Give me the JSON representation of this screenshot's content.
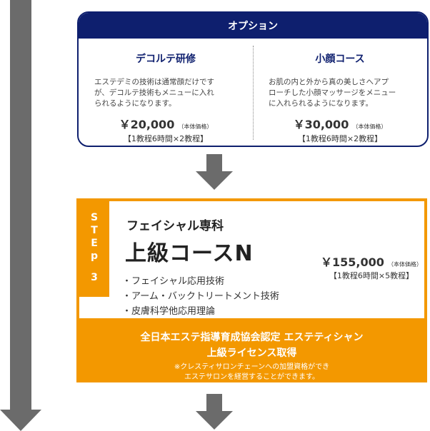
{
  "options": {
    "header": "オプション",
    "items": [
      {
        "title": "デコルテ研修",
        "desc": [
          "エステデミの技術は通常顔だけです",
          "が、デコルテ技術もメニューに入れ",
          "られるようになります。"
        ],
        "price": "￥20,000",
        "tax": "（本体価格）",
        "terms": "【1教程6時間×2教程】"
      },
      {
        "title": "小顔コース",
        "desc": [
          "お肌の内と外から真の美しさへアプ",
          "ローチした小顔マッサージをメニュー",
          "に入れられるようになります。"
        ],
        "price": "￥30,000",
        "tax": "（本体価格）",
        "terms": "【1教程6時間×2教程】"
      }
    ]
  },
  "step": {
    "tab_letters": [
      "S",
      "T",
      "E",
      "p"
    ],
    "tab_number": "3",
    "subtitle": "フェイシャル専科",
    "title": "上級コースN",
    "price": "￥155,000",
    "tax": "（本体価格）",
    "terms": "【1教程6時間×5教程】",
    "topics": [
      "フェイシャル応用技術",
      "アーム・バックトリートメント技術",
      "皮膚科学他応用理論"
    ],
    "license_line1": "全日本エステ指導育成協会認定 エステティシャン",
    "license_line2": "上級ライセンス取得",
    "note_line1": "※クレスティサロンチェーンへの加盟資格ができ",
    "note_line2": "エステサロンを経営することができます。"
  },
  "colors": {
    "navy": "#0e1f6e",
    "orange": "#f39800",
    "arrow_gray": "#6b6b6b"
  },
  "icons": [
    "down-arrow-icon"
  ]
}
